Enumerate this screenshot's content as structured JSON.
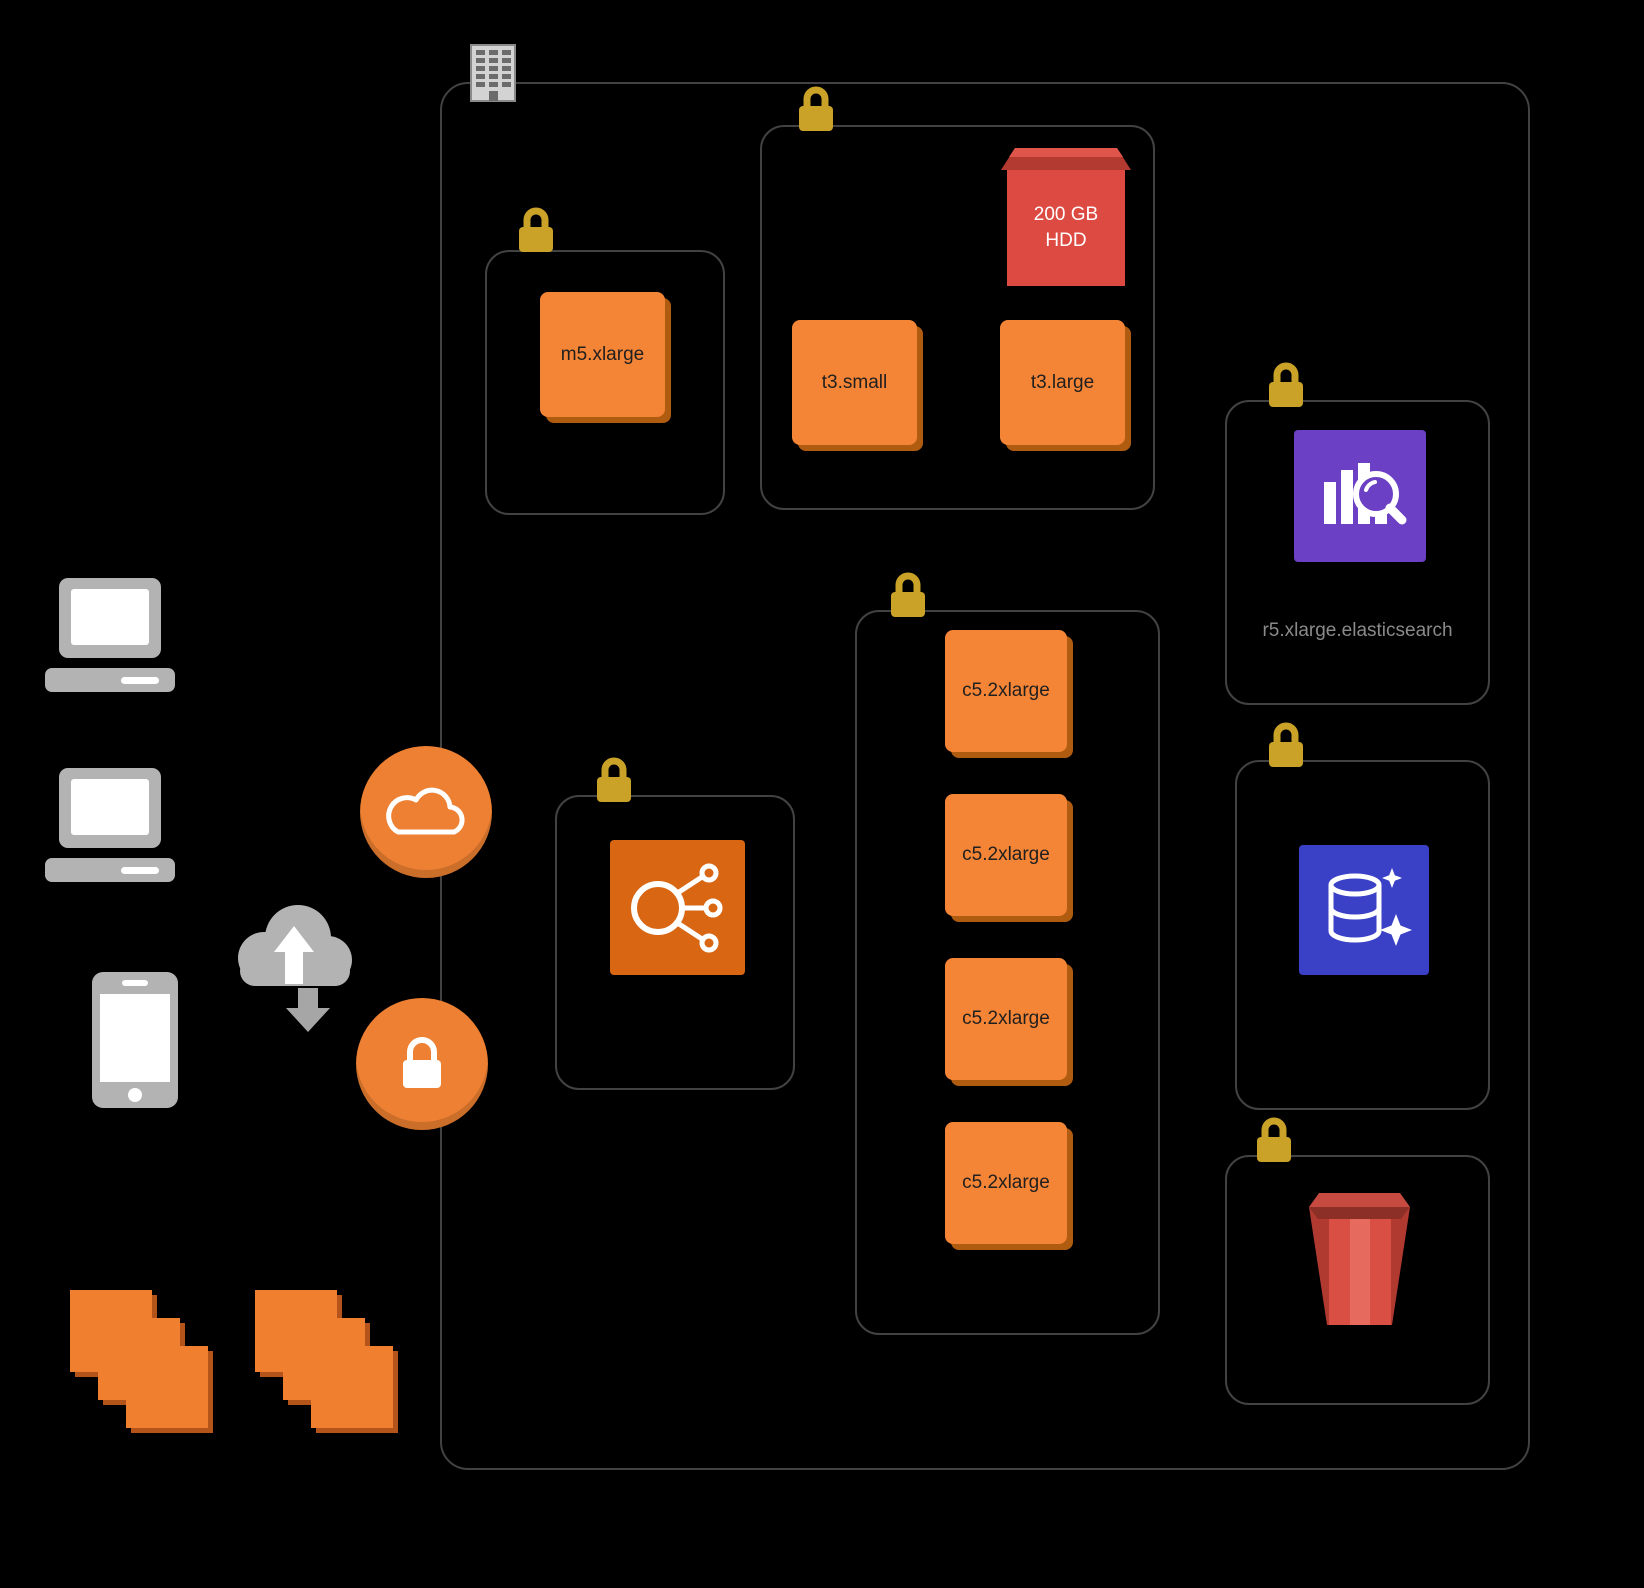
{
  "colors": {
    "background": "#000000",
    "container_border": "#424242",
    "instance_orange": "#f58536",
    "instance_shadow_orange": "#b05c10",
    "lock_gold": "#c9a227",
    "volume_red": "#dc4a41",
    "volume_red_dark": "#b23a31",
    "elasticsearch_purple": "#6b40c4",
    "database_blue": "#3a41c6",
    "load_balancer_orange": "#d86613",
    "edge_circle_orange": "#ed8032",
    "device_gray": "#b3b3b3",
    "label_on_orange": "#1f1f1f",
    "label_on_red": "#ffffff",
    "label_gray": "#8a8a8a"
  },
  "nodes": {
    "m5_instance": "m5.xlarge",
    "volume_line1": "200 GB",
    "volume_line2": "HDD",
    "t3_small_instance": "t3.small",
    "t3_large_instance": "t3.large",
    "elasticsearch_label": "r5.xlarge.elasticsearch",
    "c5_instances": [
      "c5.2xlarge",
      "c5.2xlarge",
      "c5.2xlarge",
      "c5.2xlarge"
    ]
  },
  "icons": {
    "lock": "padlock",
    "office_building": "office-building",
    "laptop": "laptop-client",
    "smartphone": "mobile-client",
    "cloud_transfer": "cloud-upload-download",
    "cloud_circle": "cloud-in-circle",
    "lock_circle": "padlock-in-circle",
    "load_balancer": "elastic-load-balancer",
    "elasticsearch": "elasticsearch-search-chart",
    "database": "database-with-sparkles",
    "s3_bucket": "s3-bucket",
    "instance_stack": "ec2-instance-stack"
  }
}
